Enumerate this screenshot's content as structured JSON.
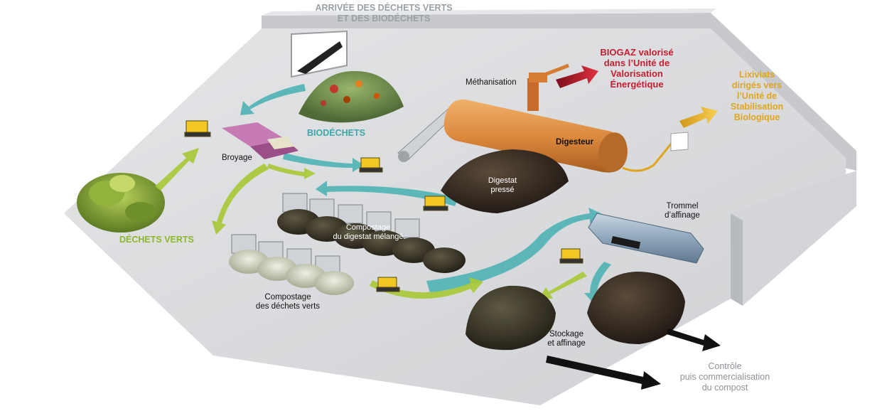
{
  "title_line1": "ARRIVÉE DES DÉCHETS VERTS",
  "title_line2": "ET DES BIODÉCHETS",
  "labels": {
    "biodechets": "BIODÉCHETS",
    "dechets_verts": "DÉCHETS VERTS",
    "broyage": "Broyage",
    "methanisation": "Méthanisation",
    "digesteur": "Digesteur",
    "digestat_line1": "Digestat",
    "digestat_line2": "pressé",
    "compostage_digestat_line1": "Compostage",
    "compostage_digestat_line2": "du digestat mélangé",
    "compostage_verts_line1": "Compostage",
    "compostage_verts_line2": "des déchets verts",
    "trommel_line1": "Trommel",
    "trommel_line2": "d’affinage",
    "stockage_line1": "Stockage",
    "stockage_line2": "et affinage"
  },
  "biogaz_lines": [
    "BIOGAZ valorisé",
    "dans l’Unité de",
    "Valorisation",
    "Énergétique"
  ],
  "lixiviats_lines": [
    "Lixiviats",
    "dirigés vers",
    "l’Unité de",
    "Stabilisation",
    "Biologique"
  ],
  "controle_lines": [
    "Contrôle",
    "puis commercialisation",
    "du compost"
  ],
  "colors": {
    "green_flow": "#a9c93a",
    "teal_flow": "#4fb3b5",
    "biogaz": "#c21f32",
    "lixiviats": "#e0a51d",
    "floor": "#d9dbdd",
    "wall": "#c9cbce",
    "digester": "#d98a3a"
  }
}
